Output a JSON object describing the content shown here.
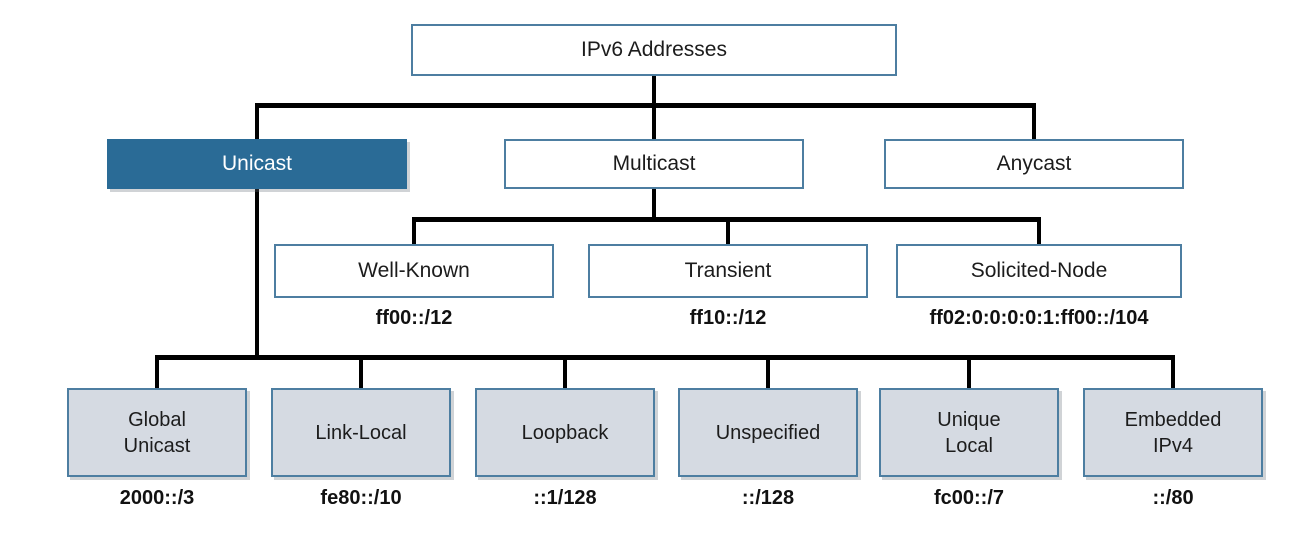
{
  "diagram": {
    "root": {
      "label": "IPv6 Addresses"
    },
    "types": [
      {
        "label": "Unicast",
        "highlighted": true
      },
      {
        "label": "Multicast",
        "highlighted": false
      },
      {
        "label": "Anycast",
        "highlighted": false
      }
    ],
    "multicast_children": [
      {
        "label": "Well-Known",
        "prefix": "ff00::/12"
      },
      {
        "label": "Transient",
        "prefix": "ff10::/12"
      },
      {
        "label": "Solicited-Node",
        "prefix": "ff02:0:0:0:0:1:ff00::/104"
      }
    ],
    "unicast_children": [
      {
        "label": "Global\nUnicast",
        "prefix": "2000::/3"
      },
      {
        "label": "Link-Local",
        "prefix": "fe80::/10"
      },
      {
        "label": "Loopback",
        "prefix": "::1/128"
      },
      {
        "label": "Unspecified",
        "prefix": "::/128"
      },
      {
        "label": "Unique\nLocal",
        "prefix": "fc00::/7"
      },
      {
        "label": "Embedded\nIPv4",
        "prefix": "::/80"
      }
    ],
    "colors": {
      "highlight_fill": "#2a6b96",
      "box_border": "#4d7ea1",
      "child_fill": "#d5dae2",
      "line": "#000000"
    }
  }
}
